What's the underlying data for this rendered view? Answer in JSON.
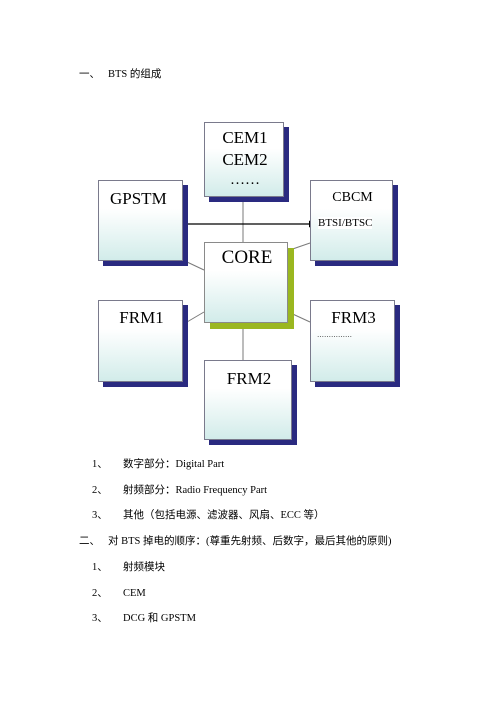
{
  "section1": {
    "number": "一、",
    "title": "BTS 的组成"
  },
  "diagram": {
    "cem": {
      "line1": "CEM1",
      "line2": "CEM2",
      "line3": "……"
    },
    "gpstm": {
      "label": "GPSTM"
    },
    "cbcm": {
      "label": "CBCM",
      "sublabel": "BTSI/BTSC"
    },
    "core": {
      "label": "CORE"
    },
    "frm1": {
      "label": "FRM1"
    },
    "frm3": {
      "label": "FRM3",
      "dots": "……………"
    },
    "frm2": {
      "label": "FRM2"
    },
    "colors": {
      "shadow": "#2a2a80",
      "core_shadow": "#9ab720",
      "gradient_bottom": "#d2ecea"
    }
  },
  "list1": [
    {
      "num": "1、",
      "text": "数字部分：Digital Part"
    },
    {
      "num": "2、",
      "text": "射频部分：Radio Frequency Part"
    },
    {
      "num": "3、",
      "text": "其他（包括电源、滤波器、风扇、ECC 等）"
    }
  ],
  "section2": {
    "number": "二、",
    "title": "对 BTS 掉电的顺序：(尊重先射频、后数字，最后其他的原则)"
  },
  "list2": [
    {
      "num": "1、",
      "text": "射频模块"
    },
    {
      "num": "2、",
      "text": "CEM"
    },
    {
      "num": "3、",
      "text": "DCG 和 GPSTM"
    }
  ]
}
